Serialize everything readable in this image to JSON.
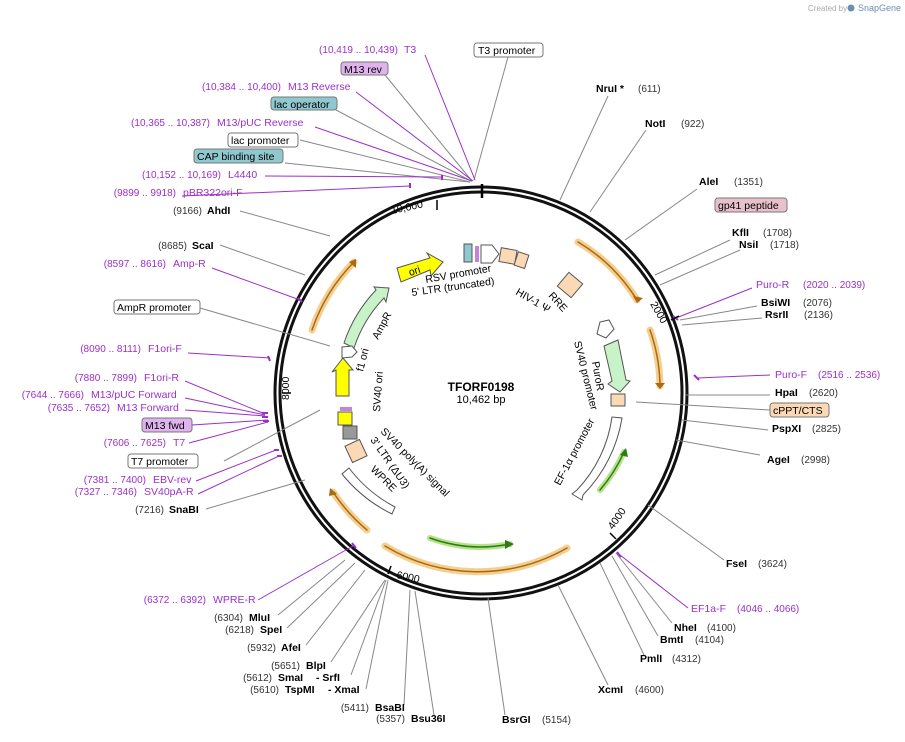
{
  "app": {
    "credit_prefix": "Created by",
    "credit_brand": "SnapGene"
  },
  "plasmid": {
    "name": "TFORF0198",
    "length": "10,462 bp",
    "total_bp": 10462
  },
  "ticks": [
    {
      "label": "10,000",
      "bp": 10000
    },
    {
      "label": "2000",
      "bp": 2000
    },
    {
      "label": "4000",
      "bp": 4000
    },
    {
      "label": "6000",
      "bp": 6000
    },
    {
      "label": "8000",
      "bp": 8000
    }
  ],
  "features": [
    {
      "label": "T3 promoter",
      "style": "boxed"
    },
    {
      "label": "M13 rev",
      "style": "purple-boxed"
    },
    {
      "label": "lac operator",
      "style": "teal-boxed"
    },
    {
      "label": "lac promoter",
      "style": "boxed"
    },
    {
      "label": "CAP binding site",
      "style": "teal-boxed"
    },
    {
      "label": "gp41 peptide",
      "style": "pink-boxed"
    },
    {
      "label": "AmpR promoter",
      "style": "boxed"
    },
    {
      "label": "M13 fwd",
      "style": "purple-boxed"
    },
    {
      "label": "T7 promoter",
      "style": "boxed"
    },
    {
      "label": "cPPT/CTS",
      "style": "orange-boxed"
    }
  ],
  "primers": [
    {
      "name": "T3",
      "range": "(10,419 .. 10,439)"
    },
    {
      "name": "M13 Reverse",
      "range": "(10,384 .. 10,400)"
    },
    {
      "name": "M13/pUC Reverse",
      "range": "(10,365 .. 10,387)"
    },
    {
      "name": "L4440",
      "range": "(10,152 .. 10,169)"
    },
    {
      "name": "pBR322ori-F",
      "range": "(9899 .. 9918)"
    },
    {
      "name": "Amp-R",
      "range": "(8597 .. 8616)"
    },
    {
      "name": "F1ori-F",
      "range": "(8090 .. 8111)"
    },
    {
      "name": "F1ori-R",
      "range": "(7880 .. 7899)"
    },
    {
      "name": "M13/pUC Forward",
      "range": "(7644 .. 7666)"
    },
    {
      "name": "M13 Forward",
      "range": "(7635 .. 7652)"
    },
    {
      "name": "T7",
      "range": "(7606 .. 7625)"
    },
    {
      "name": "EBV-rev",
      "range": "(7381 .. 7400)"
    },
    {
      "name": "SV40pA-R",
      "range": "(7327 .. 7346)"
    },
    {
      "name": "WPRE-R",
      "range": "(6372 .. 6392)"
    },
    {
      "name": "Puro-R",
      "range": "(2020 .. 2039)"
    },
    {
      "name": "Puro-F",
      "range": "(2516 .. 2536)"
    },
    {
      "name": "EF1a-F",
      "range": "(4046 .. 4066)"
    }
  ],
  "sites_left": [
    {
      "name": "AhdI",
      "pos": "(9166)"
    },
    {
      "name": "ScaI",
      "pos": "(8685)"
    },
    {
      "name": "SnaBI",
      "pos": "(7216)"
    },
    {
      "name": "MluI",
      "pos": "(6304)"
    },
    {
      "name": "SpeI",
      "pos": "(6218)"
    },
    {
      "name": "AfeI",
      "pos": "(5932)"
    },
    {
      "name": "BlpI",
      "pos": "(5651)"
    },
    {
      "name": "SmaI",
      "pos": "(5612)"
    },
    {
      "name": "- SrfI",
      "pos": ""
    },
    {
      "name": "TspMI",
      "pos": "(5610)"
    },
    {
      "name": "- XmaI",
      "pos": ""
    },
    {
      "name": "BsaBI",
      "pos": "(5411)"
    },
    {
      "name": "Bsu36I",
      "pos": "(5357)"
    }
  ],
  "sites_right": [
    {
      "name": "NruI *",
      "pos": "(611)"
    },
    {
      "name": "NotI",
      "pos": "(922)"
    },
    {
      "name": "AleI",
      "pos": "(1351)"
    },
    {
      "name": "KflI",
      "pos": "(1708)"
    },
    {
      "name": "NsiI",
      "pos": "(1718)"
    },
    {
      "name": "BsiWI",
      "pos": "(2076)"
    },
    {
      "name": "RsrII",
      "pos": "(2136)"
    },
    {
      "name": "HpaI",
      "pos": "(2620)"
    },
    {
      "name": "PspXI",
      "pos": "(2825)"
    },
    {
      "name": "AgeI",
      "pos": "(2998)"
    },
    {
      "name": "FseI",
      "pos": "(3624)"
    },
    {
      "name": "NheI",
      "pos": "(4100)"
    },
    {
      "name": "BmtI",
      "pos": "(4104)"
    },
    {
      "name": "PmlI",
      "pos": "(4312)"
    },
    {
      "name": "XcmI",
      "pos": "(4600)"
    },
    {
      "name": "BsrGI",
      "pos": "(5154)"
    }
  ],
  "inner_labels": [
    "ori",
    "RSV promoter",
    "5' LTR (truncated)",
    "HIV-1 Ψ",
    "RRE",
    "AmpR",
    "f1 ori",
    "SV40 ori",
    "SV40 poly(A) signal",
    "3' LTR (ΔU3)",
    "WPRE",
    "PuroR",
    "SV40 promoter",
    "EF-1α promoter"
  ],
  "colors": {
    "backbone": "#000000",
    "primer": "#9b30c9",
    "orf_orange": "#e8a33a",
    "orf_green": "#5aa02c",
    "teal": "#8fc8cf",
    "purple_box": "#e0b3ee",
    "pink_box": "#e8c1cc",
    "orange_box": "#fbd9b5",
    "light_green": "#c8f2c8",
    "yellow": "#ffff00"
  }
}
